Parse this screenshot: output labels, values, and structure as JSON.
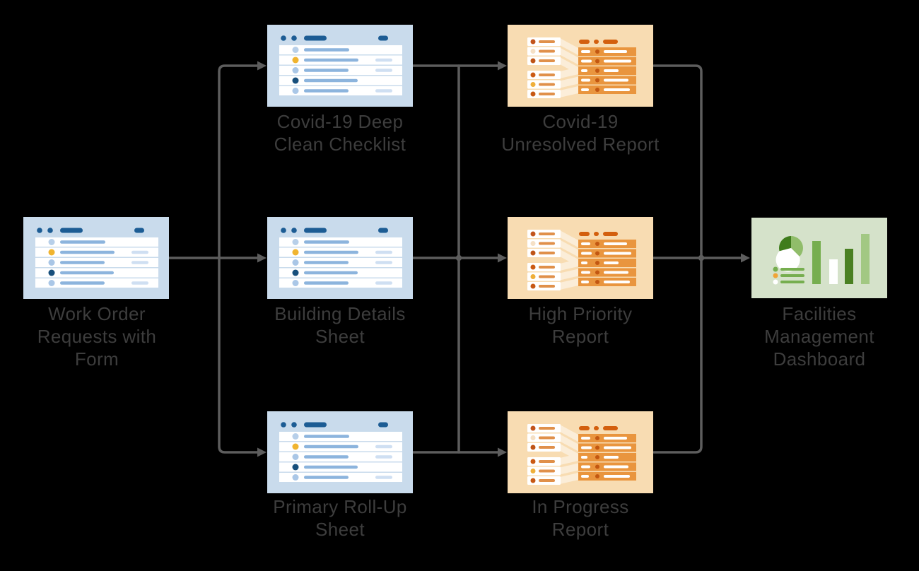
{
  "diagram": {
    "title": "Work order workflow diagram",
    "background_color": "#000000",
    "connector_color": "#5d5d5d",
    "label_text_color": "#3d3d3d",
    "nodes": {
      "source": {
        "label": [
          "Work Order",
          "Requests with",
          "Form"
        ],
        "icon": "spreadsheet-icon",
        "theme": "blue"
      },
      "sheets": [
        {
          "label": [
            "Covid-19 Deep",
            "Clean Checklist"
          ],
          "icon": "spreadsheet-icon",
          "theme": "blue"
        },
        {
          "label": [
            "Building Details",
            "Sheet"
          ],
          "icon": "spreadsheet-icon",
          "theme": "blue"
        },
        {
          "label": [
            "Primary Roll-Up",
            "Sheet"
          ],
          "icon": "spreadsheet-icon",
          "theme": "blue"
        }
      ],
      "reports": [
        {
          "label": [
            "Covid-19",
            "Unresolved Report"
          ],
          "icon": "report-icon",
          "theme": "orange"
        },
        {
          "label": [
            "High Priority",
            "Report"
          ],
          "icon": "report-icon",
          "theme": "orange"
        },
        {
          "label": [
            "In Progress",
            "Report"
          ],
          "icon": "report-icon",
          "theme": "orange"
        }
      ],
      "dashboard": {
        "label": [
          "Facilities",
          "Management",
          "Dashboard"
        ],
        "icon": "dashboard-icon",
        "theme": "green"
      }
    },
    "palette": {
      "sheet_bg": "#c9dbec",
      "sheet_header_blue": "#1c5c94",
      "sheet_bar_blue": "#8cb4dd",
      "sheet_pale_bar": "#cfdff2",
      "sheet_dot_pale_blue": "#b7cfe9",
      "sheet_dot_yellow": "#f0b42f",
      "sheet_dot_navy": "#174f7c",
      "report_bg": "#f8dcb2",
      "report_row_orange": "#e9953e",
      "report_header_orange": "#d35f0e",
      "report_dot_dark_orange": "#c25711",
      "report_chip_bar": "#e0904a",
      "report_chip_dot_rust": "#c2541c",
      "report_chip_dot_pale": "#f5e0c5",
      "report_chip_dot_amber": "#efaf3a",
      "dashboard_bg": "#d5e2ca",
      "dashboard_green": "#76ae4f",
      "dashboard_dark_green": "#3f7c1c",
      "dashboard_bar_dark": "#4a8022",
      "dashboard_light_green": "#a2c883",
      "dashboard_dot_amber": "#f0a437"
    }
  }
}
